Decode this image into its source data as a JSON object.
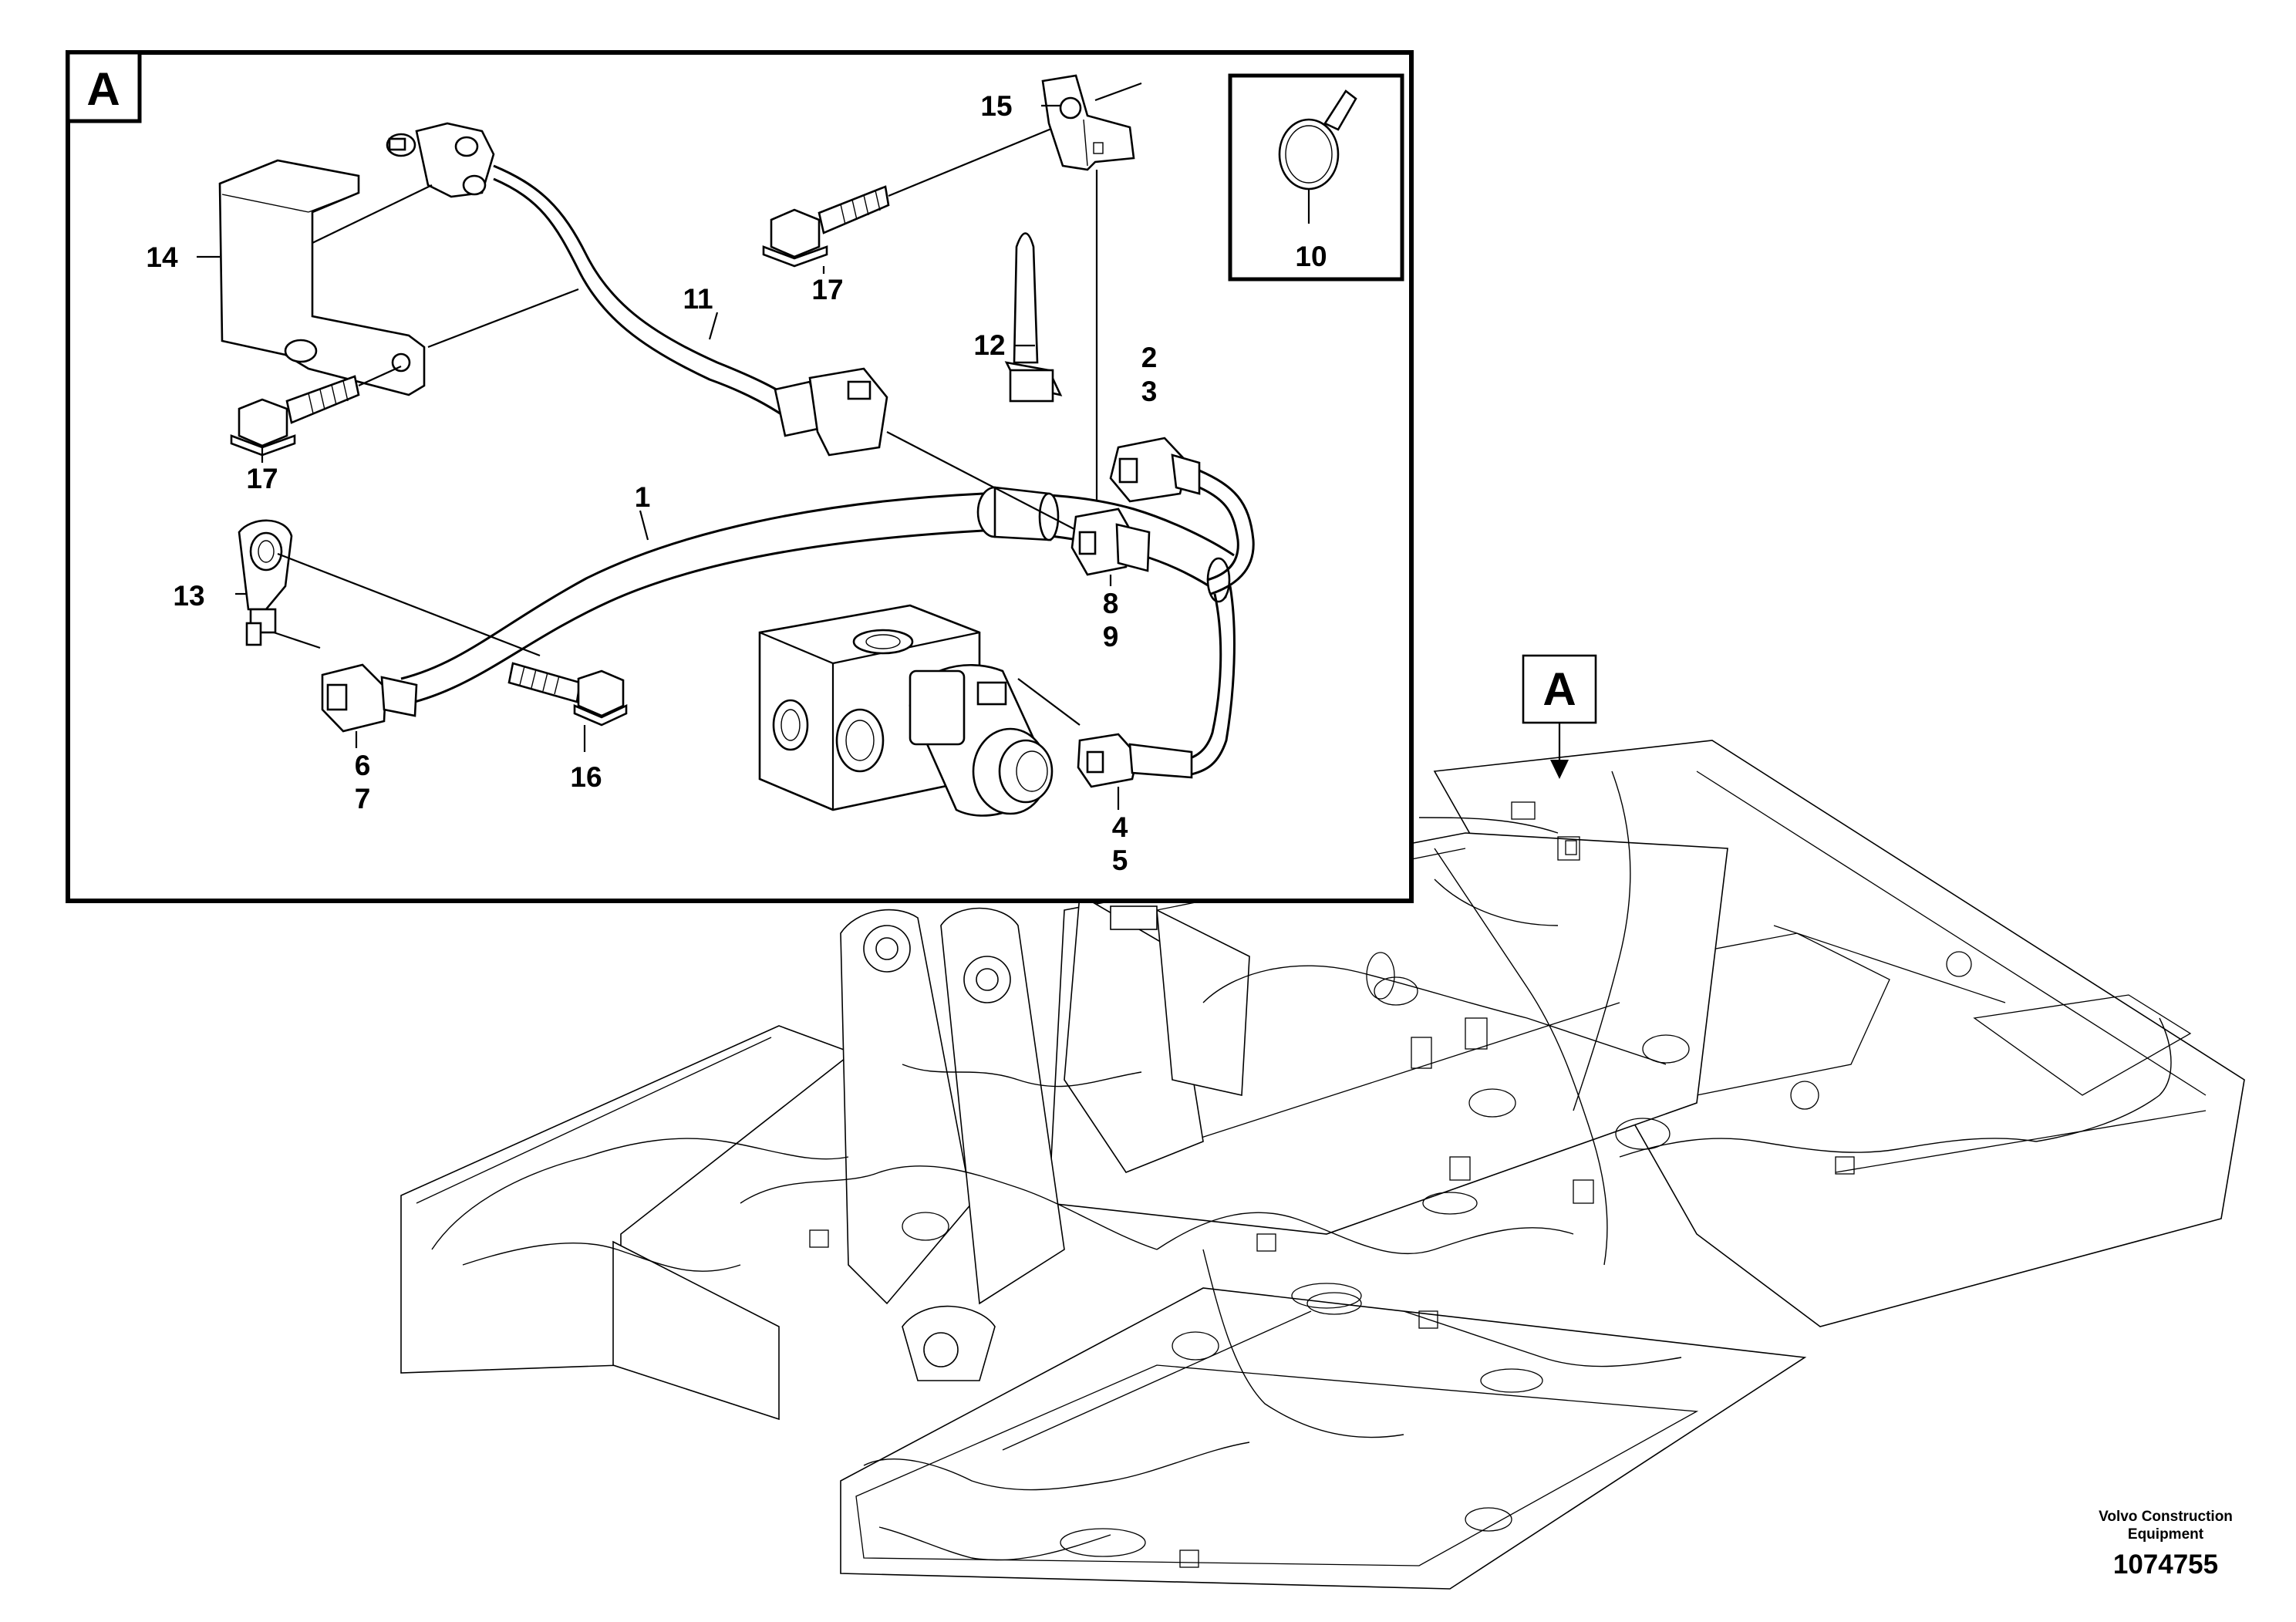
{
  "detail_view": {
    "letter": "A",
    "callouts": {
      "c1": "1",
      "c2": "2",
      "c3": "3",
      "c4": "4",
      "c5": "5",
      "c6": "6",
      "c7": "7",
      "c8": "8",
      "c9": "9",
      "c10": "10",
      "c11": "11",
      "c12": "12",
      "c13": "13",
      "c14": "14",
      "c15": "15",
      "c16": "16",
      "c17a": "17",
      "c17b": "17"
    }
  },
  "overview": {
    "marker_letter": "A"
  },
  "footer": {
    "brand_line1": "Volvo Construction",
    "brand_line2": "Equipment",
    "part_number": "1074755"
  }
}
